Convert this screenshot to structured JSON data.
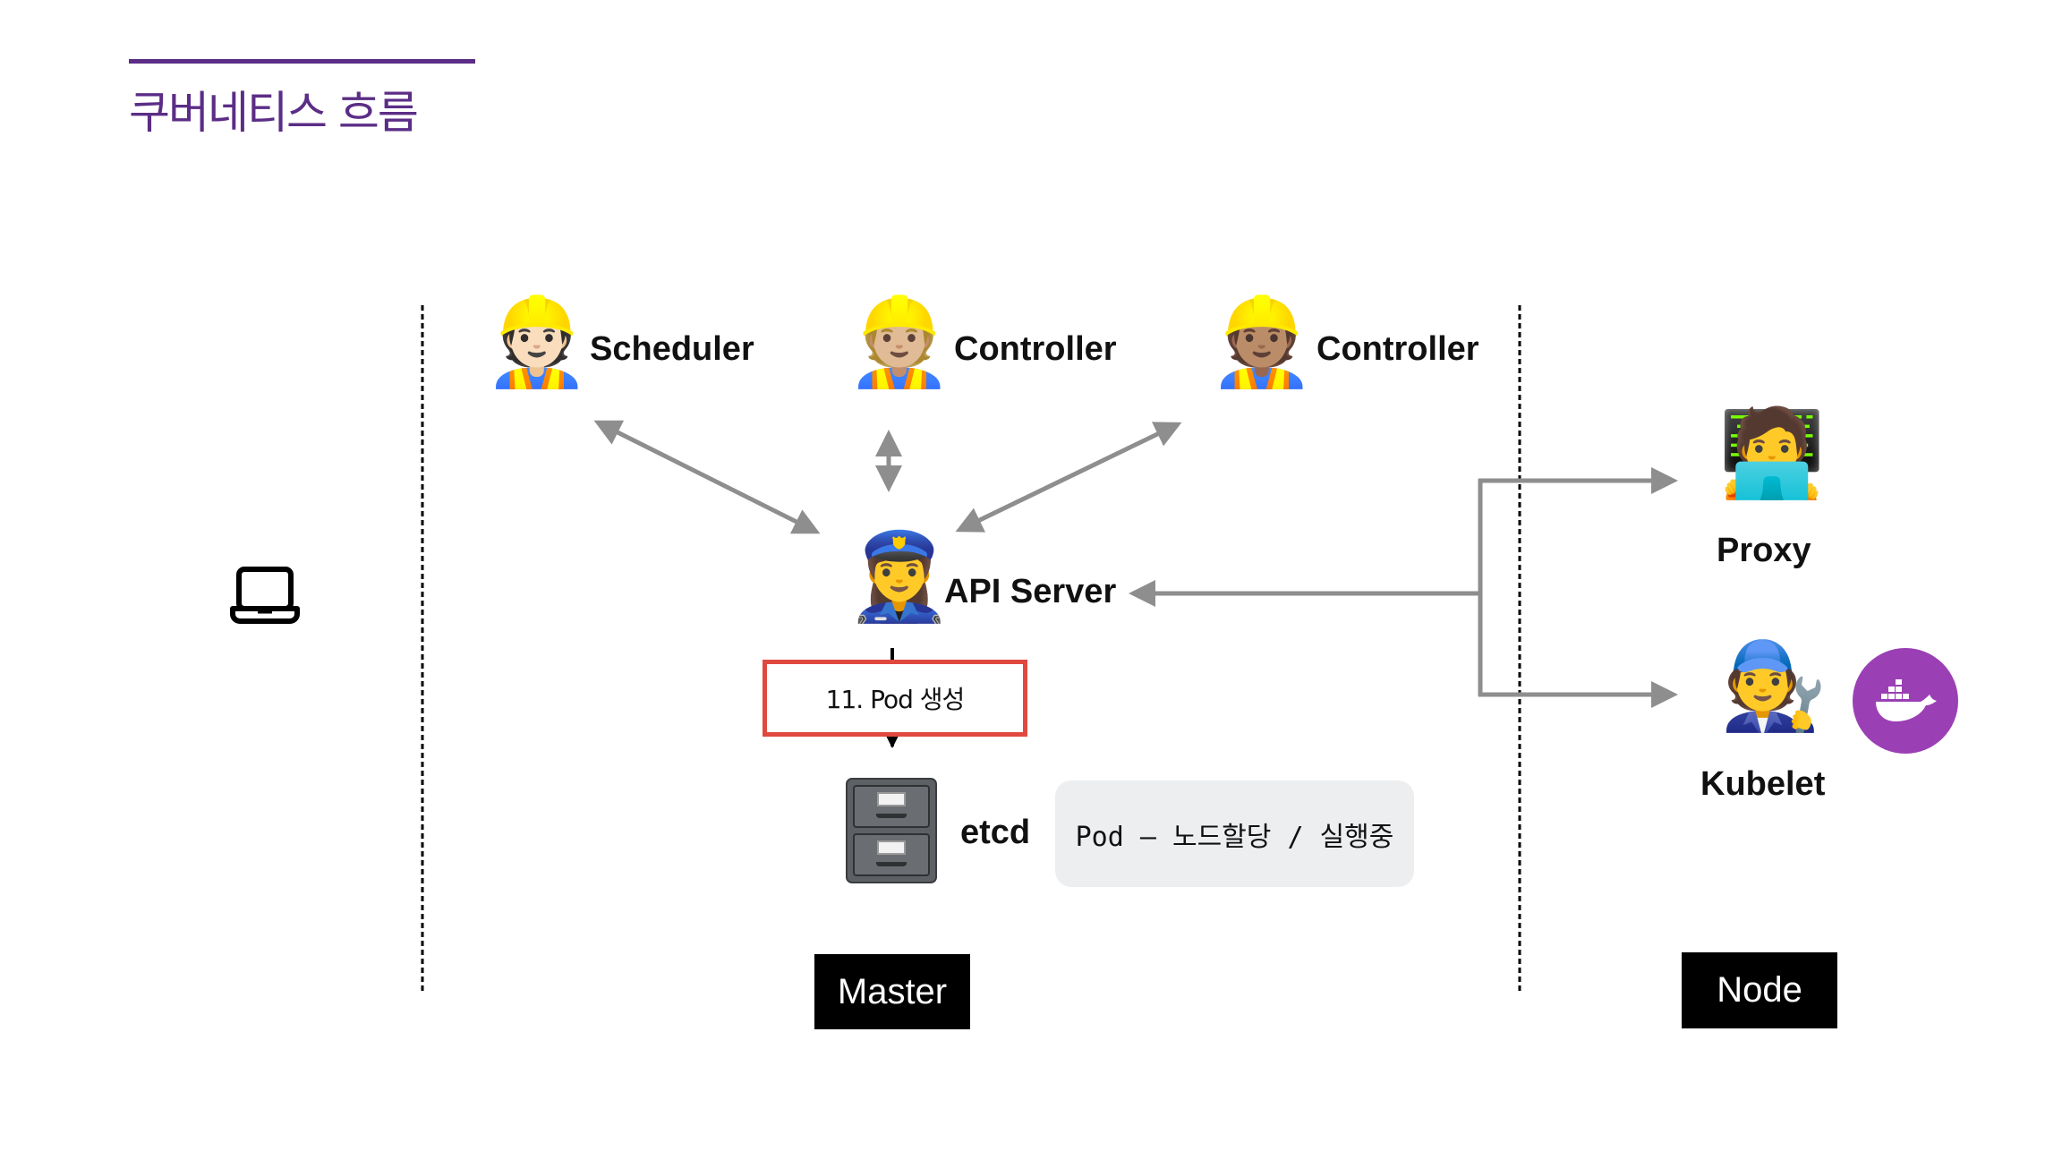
{
  "slide": {
    "title": "쿠버네티스 흐름",
    "accent_color": "#5b2d86"
  },
  "client": {
    "icon": "laptop-icon"
  },
  "master": {
    "tag": "Master",
    "components": {
      "scheduler": {
        "label": "Scheduler",
        "icon": "construction-worker-icon",
        "emoji": "👷🏻"
      },
      "controller_1": {
        "label": "Controller",
        "icon": "construction-worker-icon",
        "emoji": "👷🏼"
      },
      "controller_2": {
        "label": "Controller",
        "icon": "construction-worker-icon",
        "emoji": "👷🏽"
      },
      "api_server": {
        "label": "API Server",
        "icon": "police-officer-icon",
        "emoji": "👮‍♀️"
      },
      "etcd": {
        "label": "etcd",
        "icon": "file-cabinet-icon",
        "emoji": "🗄️"
      }
    },
    "step": {
      "label": "11. Pod 생성",
      "border_color": "#e0493f"
    },
    "etcd_state": "Pod – 노드할당 / 실행중"
  },
  "node": {
    "tag": "Node",
    "components": {
      "proxy": {
        "label": "Proxy",
        "icon": "technologist-icon",
        "emoji": "🧑‍💻"
      },
      "kubelet": {
        "label": "Kubelet",
        "icon": "mechanic-icon",
        "emoji": "🧑‍🔧"
      },
      "docker": {
        "icon": "docker-whale-icon",
        "color": "#9b3fb5"
      }
    }
  },
  "connector_color": "#8e8e8e"
}
